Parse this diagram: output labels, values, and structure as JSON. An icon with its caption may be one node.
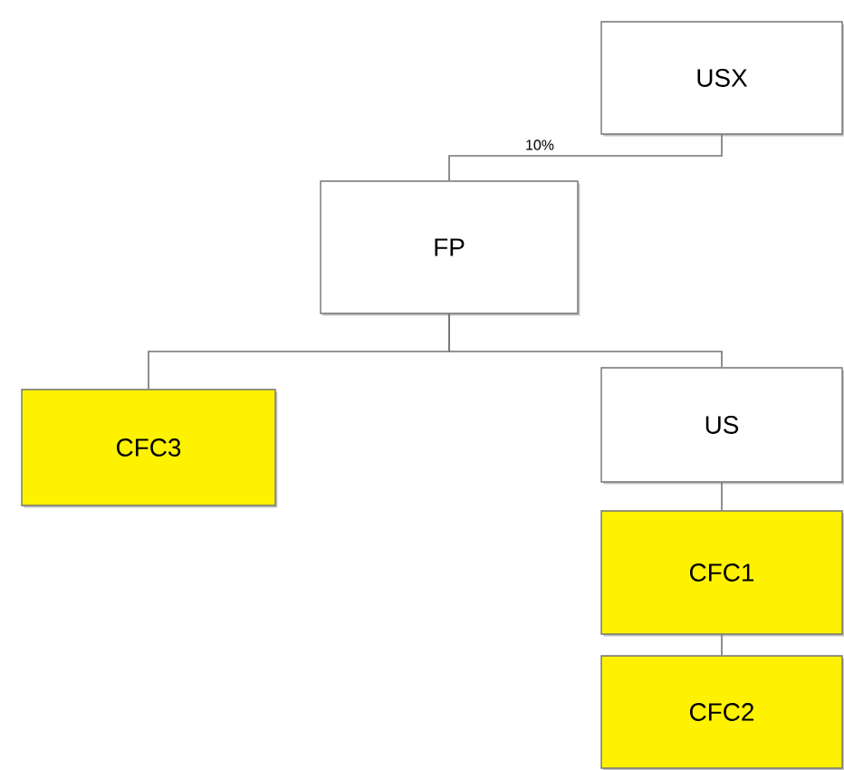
{
  "diagram": {
    "nodes": [
      {
        "text": [
          "USX"
        ]
      },
      {
        "text": [
          "FP"
        ]
      },
      {
        "text": [
          "CFC3"
        ]
      },
      {
        "text": [
          "US"
        ]
      },
      {
        "text": [
          "CFC1"
        ]
      },
      {
        "text": [
          "CFC2"
        ]
      }
    ],
    "edges": [
      {
        "from": 0,
        "to": 1,
        "arrow": "none",
        "label": "10%"
      },
      {
        "from": 1,
        "to": 2,
        "arrow": "none"
      },
      {
        "from": 1,
        "to": 3,
        "arrow": "none"
      },
      {
        "from": 3,
        "to": 4,
        "arrow": "none"
      },
      {
        "from": 4,
        "to": 5,
        "arrow": "none"
      }
    ]
  }
}
